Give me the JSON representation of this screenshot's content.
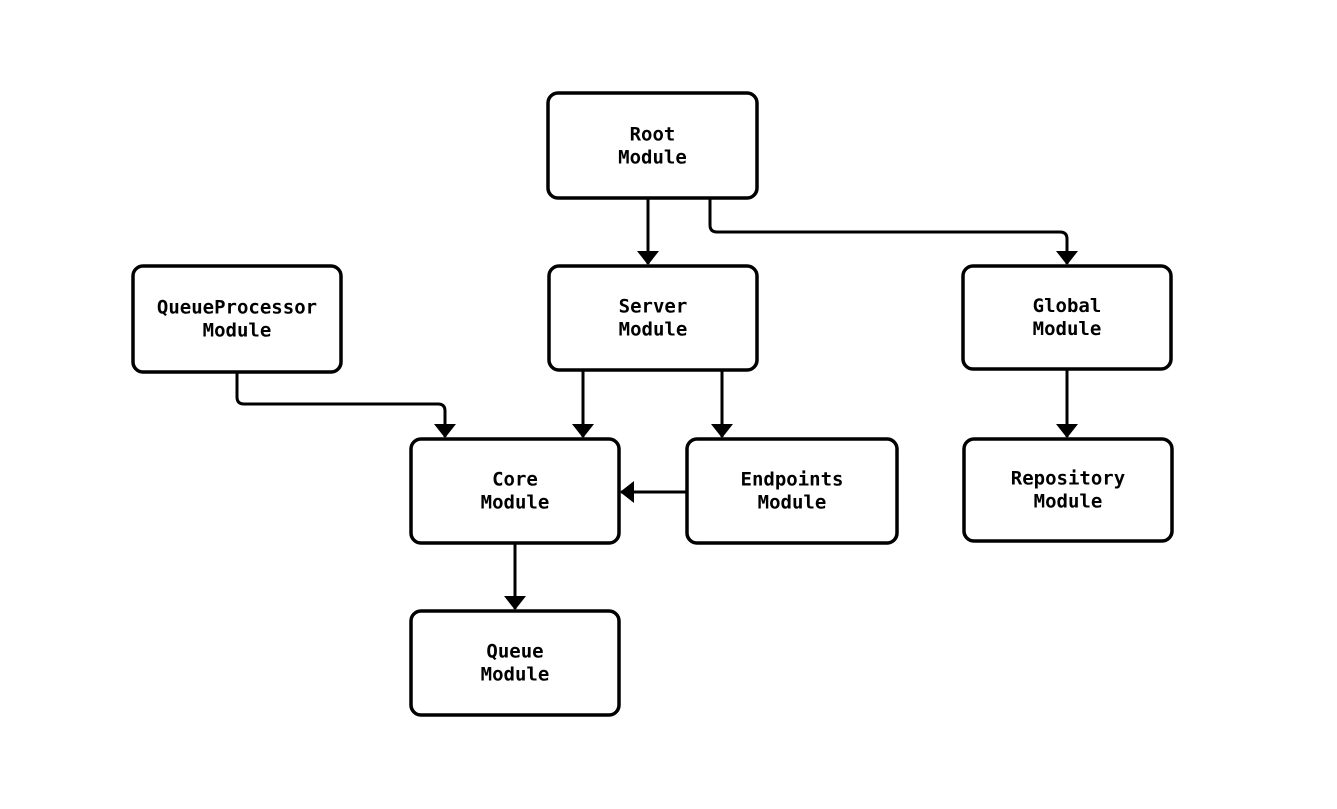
{
  "diagram": {
    "type": "flowchart",
    "direction": "top-down",
    "nodes": {
      "root": {
        "label": "Root Module",
        "line1": "Root",
        "line2": "Module"
      },
      "queueprocessor": {
        "label": "QueueProcessor Module",
        "line1": "QueueProcessor",
        "line2": "Module"
      },
      "server": {
        "label": "Server Module",
        "line1": "Server",
        "line2": "Module"
      },
      "global": {
        "label": "Global Module",
        "line1": "Global",
        "line2": "Module"
      },
      "core": {
        "label": "Core Module",
        "line1": "Core",
        "line2": "Module"
      },
      "endpoints": {
        "label": "Endpoints Module",
        "line1": "Endpoints",
        "line2": "Module"
      },
      "repository": {
        "label": "Repository Module",
        "line1": "Repository",
        "line2": "Module"
      },
      "queue": {
        "label": "Queue Module",
        "line1": "Queue",
        "line2": "Module"
      }
    },
    "edges": [
      {
        "from": "Root Module",
        "to": "Server Module"
      },
      {
        "from": "Root Module",
        "to": "Global Module"
      },
      {
        "from": "QueueProcessor Module",
        "to": "Core Module"
      },
      {
        "from": "Server Module",
        "to": "Core Module"
      },
      {
        "from": "Server Module",
        "to": "Endpoints Module"
      },
      {
        "from": "Endpoints Module",
        "to": "Core Module"
      },
      {
        "from": "Core Module",
        "to": "Queue Module"
      },
      {
        "from": "Global Module",
        "to": "Repository Module"
      }
    ]
  },
  "colors": {
    "stroke": "#000000",
    "node_fill": "#ffffff",
    "background": "#ffffff",
    "text": "#000000"
  }
}
